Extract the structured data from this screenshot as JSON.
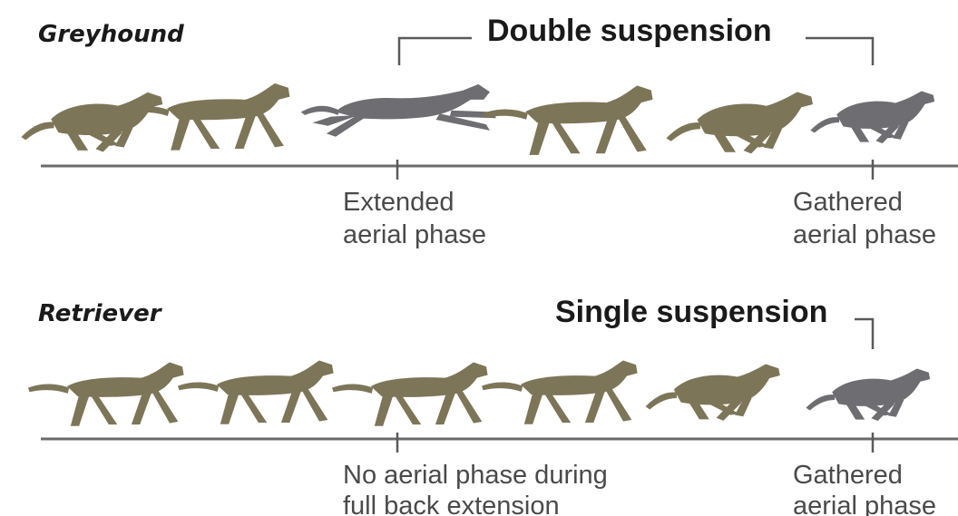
{
  "colors": {
    "tan": "#7d7558",
    "grey": "#6e6e72",
    "ground": "#6b6b6b",
    "text": "#1a1a1a",
    "note": "#4a4a4a"
  },
  "panels": [
    {
      "breed": "Greyhound",
      "suspension_label": "Double suspension",
      "dogs": [
        {
          "pose": "gallop-gathered",
          "color": "tan"
        },
        {
          "pose": "gallop-reach",
          "color": "tan"
        },
        {
          "pose": "extended-aerial",
          "color": "grey"
        },
        {
          "pose": "gallop-reach",
          "color": "tan"
        },
        {
          "pose": "gallop-gathered",
          "color": "tan"
        },
        {
          "pose": "gathered-aerial",
          "color": "grey"
        }
      ],
      "annotations": [
        {
          "lines": [
            "Extended",
            "aerial phase"
          ]
        },
        {
          "lines": [
            "Gathered",
            "aerial phase"
          ]
        }
      ]
    },
    {
      "breed": "Retriever",
      "suspension_label": "Single suspension",
      "dogs": [
        {
          "pose": "canter-extended",
          "color": "tan"
        },
        {
          "pose": "canter-stance",
          "color": "tan"
        },
        {
          "pose": "canter-extended",
          "color": "tan"
        },
        {
          "pose": "canter-stance",
          "color": "tan"
        },
        {
          "pose": "canter-gather",
          "color": "tan"
        },
        {
          "pose": "gathered-aerial",
          "color": "grey"
        }
      ],
      "annotations": [
        {
          "lines": [
            "No aerial phase during",
            "full back extension"
          ]
        },
        {
          "lines": [
            "Gathered",
            "aerial phase"
          ]
        }
      ]
    }
  ]
}
